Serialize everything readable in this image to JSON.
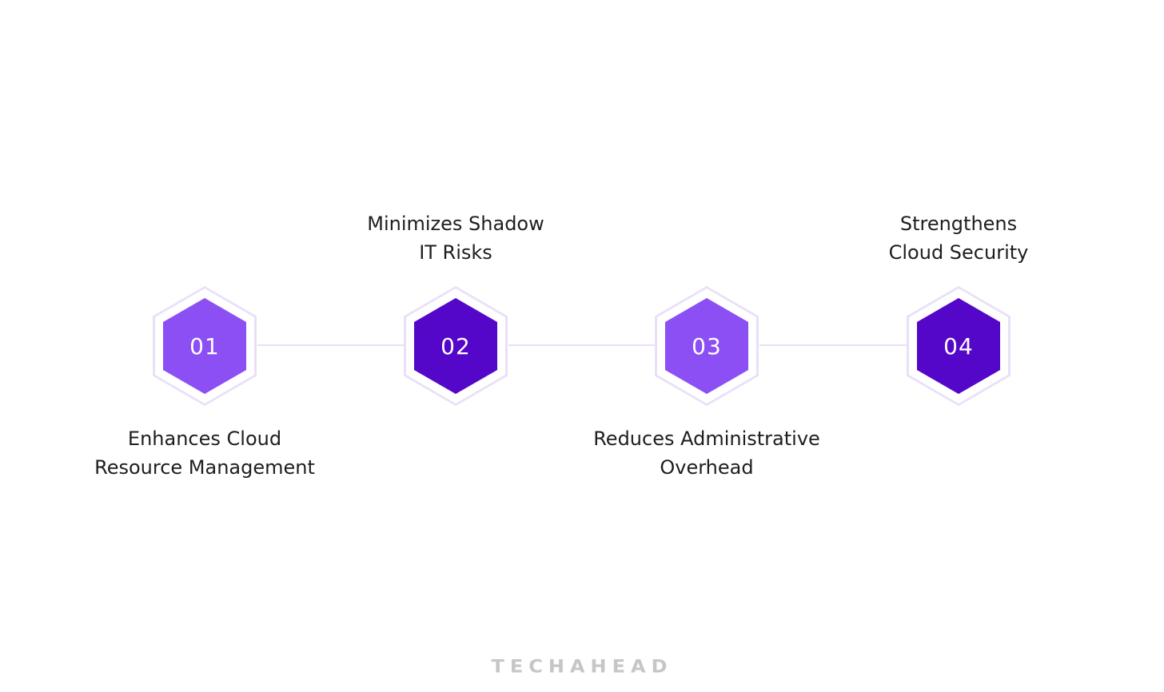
{
  "brand": {
    "logo_text": "TECHAHEAD"
  },
  "colors": {
    "hexagon_light": "#8c4ff4",
    "hexagon_dark": "#5407c9",
    "hexagon_ring": "#e8e0f8",
    "connector_line": "#eadff7",
    "label_text": "#1e1e1e",
    "number_text": "#ffffff",
    "logo_gray": "#c6c6c6",
    "background": "#ffffff"
  },
  "steps": [
    {
      "number": "01",
      "label_line1": "Enhances Cloud",
      "label_line2": "Resource Management",
      "label_position": "below",
      "variant": "light"
    },
    {
      "number": "02",
      "label_line1": "Minimizes Shadow",
      "label_line2": "IT Risks",
      "label_position": "above",
      "variant": "dark"
    },
    {
      "number": "03",
      "label_line1": "Reduces Administrative",
      "label_line2": "Overhead",
      "label_position": "below",
      "variant": "light"
    },
    {
      "number": "04",
      "label_line1": "Strengthens",
      "label_line2": "Cloud Security",
      "label_position": "above",
      "variant": "dark"
    }
  ]
}
